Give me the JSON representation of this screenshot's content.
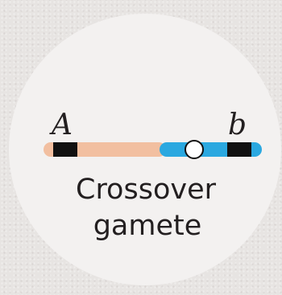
{
  "diagram": {
    "allele_left": "A",
    "allele_right": "b",
    "caption_line1": "Crossover",
    "caption_line2": "gamete",
    "colors": {
      "background": "#e7e4e2",
      "circle": "#f3f1f0",
      "chromosome_segment_left": "#f2bfa0",
      "chromosome_segment_right": "#2aa8e0",
      "locus_band": "#111111",
      "centromere": "#ffffff"
    }
  }
}
